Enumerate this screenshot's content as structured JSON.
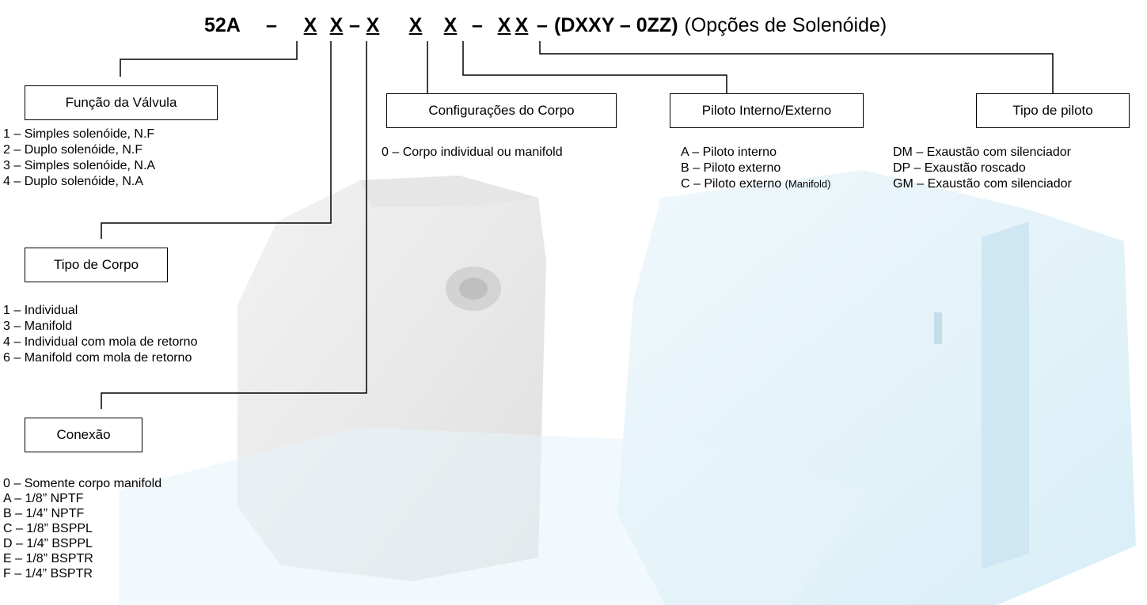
{
  "header": {
    "prefix": "52A",
    "dash1": "–",
    "seg1": "X",
    "seg2": "X",
    "dash2": "–",
    "seg3": "X",
    "seg4": "X",
    "seg5": "X",
    "dash3": "–",
    "seg6": "X",
    "seg7": "X",
    "dash4": "–",
    "suffix_code": "(DXXY – 0ZZ)",
    "suffix_label": "(Opções de Solenóide)"
  },
  "funcao": {
    "title": "Função da Válvula",
    "items": [
      "1 – Simples solenóide, N.F",
      "2 – Duplo solenóide, N.F",
      "3 – Simples solenóide, N.A",
      "4 – Duplo solenóide, N.A"
    ]
  },
  "tipo_corpo": {
    "title": "Tipo de Corpo",
    "items": [
      "1 – Individual",
      "3 – Manifold",
      "4 – Individual com mola de retorno",
      "6 – Manifold com mola de retorno"
    ]
  },
  "conexao": {
    "title": "Conexão",
    "items": [
      "0 – Somente corpo manifold",
      "A – 1/8” NPTF",
      "B – 1/4” NPTF",
      "C – 1/8” BSPPL",
      "D – 1/4” BSPPL",
      "E – 1/8” BSPTR",
      "F – 1/4” BSPTR"
    ]
  },
  "config": {
    "title": "Configurações do Corpo",
    "items": [
      "0 – Corpo individual ou manifold"
    ]
  },
  "piloto": {
    "title": "Piloto Interno/Externo",
    "items": [
      "A – Piloto interno",
      "B – Piloto externo",
      "C – Piloto externo"
    ],
    "item_c_note": "(Manifold)"
  },
  "tipo_piloto": {
    "title": "Tipo de piloto",
    "items": [
      "DM – Exaustão com silenciador",
      "DP – Exaustão roscado",
      "GM – Exaustão com silenciador"
    ]
  }
}
